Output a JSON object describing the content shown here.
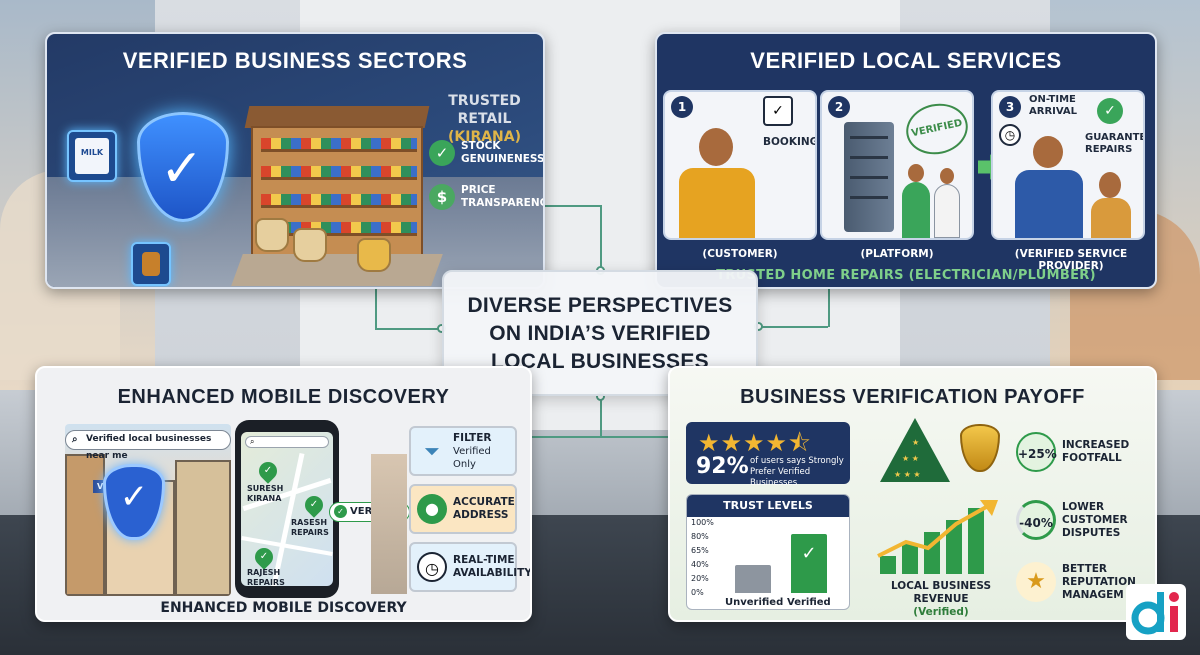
{
  "panels": {
    "sectors": {
      "title": "VERIFIED BUSINESS SECTORS",
      "retail_title": "TRUSTED RETAIL",
      "retail_subtitle": "(KIRANA)",
      "milk_label": "MILK",
      "features": [
        {
          "icon": "check-badge-icon",
          "label": "STOCK GENUINENESS"
        },
        {
          "icon": "price-tag-icon",
          "label": "PRICE TRANSPARENCY"
        }
      ]
    },
    "services": {
      "title": "VERIFIED LOCAL SERVICES",
      "steps": [
        {
          "num": "1",
          "label": "BOOKING",
          "caption": "(CUSTOMER)"
        },
        {
          "num": "2",
          "stamp": "VERIFIED",
          "caption": "(PLATFORM)"
        },
        {
          "num": "3",
          "arrival": "ON-TIME ARRIVAL",
          "guarantee": "GUARANTEED REPAIRS",
          "caption": "(VERIFIED SERVICE PROVIDER)"
        }
      ],
      "footer": "TRUSTED HOME REPAIRS (ELECTRICIAN/PLUMBER)"
    },
    "center": {
      "line1": "DIVERSE PERSPECTIVES",
      "line2": "ON INDIA’S VERIFIED",
      "line3": "LOCAL BUSINESSES"
    },
    "mobile": {
      "title": "ENHANCED MOBILE DISCOVERY",
      "search_text": "Verified local businesses near me",
      "verified_sign": "VERIFIED",
      "map_labels": [
        "SURESH KIRANA",
        "RASESH REPAIRS",
        "RAJESH REPAIRS"
      ],
      "verified_chip": "VERIFIED",
      "features": [
        {
          "icon": "filter-funnel-icon",
          "label": "FILTER",
          "sub": "Verified Only",
          "color": "#e3f1fb"
        },
        {
          "icon": "location-pin-icon",
          "label": "ACCURATE ADDRESS",
          "sub": "",
          "color": "#fbe6c2"
        },
        {
          "icon": "clock-icon",
          "label": "REAL-TIME AVAILABILITY",
          "sub": "",
          "color": "#e3f1fb"
        }
      ],
      "caption": "ENHANCED MOBILE DISCOVERY"
    },
    "payoff": {
      "title": "BUSINESS VERIFICATION PAYOFF",
      "rating": 4.5,
      "pct": "92%",
      "pct_text": "of users says Strongly Prefer Verified Businesses",
      "trust_title": "TRUST LEVELS",
      "trust_ticks": [
        "100%",
        "80%",
        "65%",
        "40%",
        "20%",
        "0%"
      ],
      "trust_bars": [
        {
          "label": "Unverified",
          "value": 40
        },
        {
          "label": "Verified",
          "value": 85
        }
      ],
      "revenue_caption": "LOCAL BUSINESS REVENUE",
      "revenue_sub": "(Verified)",
      "benefits": [
        {
          "badge": "+25%",
          "label": "INCREASED FOOTFALL",
          "color": "#e3f3e0"
        },
        {
          "badge": "-40%",
          "label": "LOWER CUSTOMER DISPUTES",
          "color": "#e3f3e0"
        },
        {
          "badge": "★",
          "label": "BETTER REPUTATION MANAGEM",
          "color": "#fdf1d0"
        }
      ]
    }
  },
  "colors": {
    "navy": "#1f3563",
    "green": "#2e9a4a",
    "gold": "#f2b632"
  }
}
